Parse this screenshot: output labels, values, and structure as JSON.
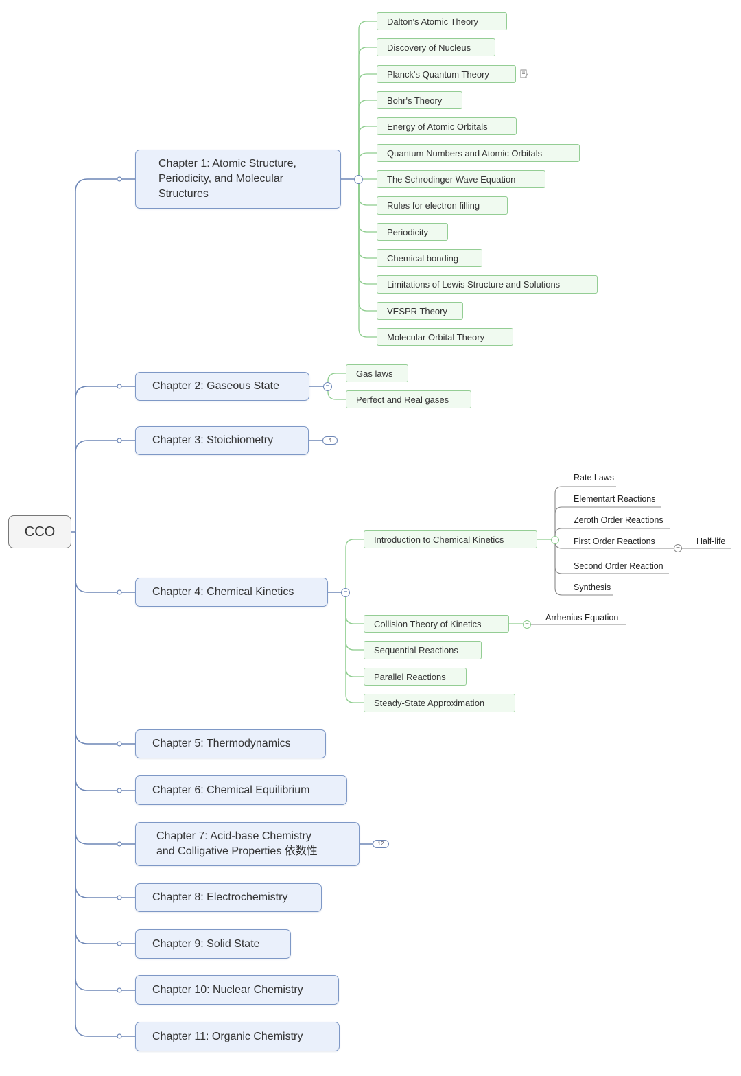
{
  "root": {
    "label": "CCO"
  },
  "chapters": [
    {
      "label": "Chapter 1: Atomic Structure,\nPeriodicity, and Molecular\nStructures",
      "topics": [
        "Dalton's Atomic Theory",
        "Discovery of Nucleus",
        "Planck's Quantum Theory",
        "Bohr's Theory",
        "Energy of Atomic Orbitals",
        "Quantum Numbers and Atomic Orbitals",
        "The Schrodinger Wave Equation",
        "Rules for electron filling",
        "Periodicity",
        "Chemical bonding",
        "Limitations of Lewis Structure and Solutions",
        "VESPR Theory",
        "Molecular Orbital Theory"
      ]
    },
    {
      "label": "Chapter 2: Gaseous State",
      "topics": [
        "Gas laws",
        "Perfect and Real gases"
      ]
    },
    {
      "label": "Chapter 3: Stoichiometry",
      "collapsed_count": "4"
    },
    {
      "label": "Chapter 4: Chemical Kinetics",
      "topics": [
        {
          "label": "Introduction to Chemical Kinetics",
          "subtopics": [
            "Rate Laws",
            "Elementart Reactions",
            "Zeroth Order Reactions",
            "First Order Reactions",
            "Second Order Reaction",
            "Synthesis"
          ],
          "first_order_child": "Half-life"
        },
        {
          "label": "Collision Theory of Kinetics",
          "subtopics": [
            "Arrhenius Equation"
          ]
        },
        {
          "label": "Sequential Reactions"
        },
        {
          "label": "Parallel Reactions"
        },
        {
          "label": "Steady-State Approximation"
        }
      ]
    },
    {
      "label": "Chapter 5: Thermodynamics"
    },
    {
      "label": "Chapter 6: Chemical Equilibrium"
    },
    {
      "label": "Chapter 7: Acid-base Chemistry\nand Colligative Properties 依数性",
      "collapsed_count": "12"
    },
    {
      "label": "Chapter 8: Electrochemistry"
    },
    {
      "label": "Chapter 9: Solid State"
    },
    {
      "label": "Chapter 10: Nuclear Chemistry"
    },
    {
      "label": "Chapter 11: Organic Chemistry"
    }
  ],
  "colors": {
    "chapter_line": "#6d86b6",
    "topic_line": "#8ccc8c",
    "leaf_line": "#888888"
  },
  "icons": {
    "note": "note-icon",
    "collapse": "collapse-toggle-icon"
  }
}
